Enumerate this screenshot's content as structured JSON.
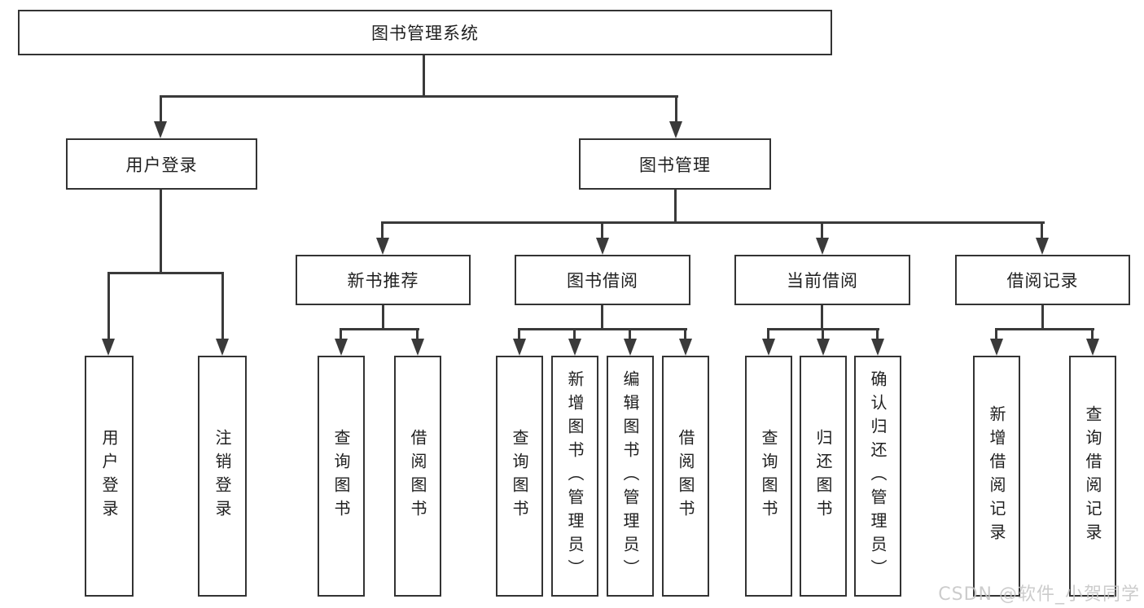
{
  "diagram": {
    "root": {
      "label": "图书管理系统"
    },
    "login": {
      "label": "用户登录",
      "children": [
        {
          "label": "用户登录"
        },
        {
          "label": "注销登录"
        }
      ]
    },
    "mgmt": {
      "label": "图书管理"
    },
    "modules": [
      {
        "label": "新书推荐",
        "children": [
          {
            "label": "查询图书"
          },
          {
            "label": "借阅图书"
          }
        ]
      },
      {
        "label": "图书借阅",
        "children": [
          {
            "label": "查询图书"
          },
          {
            "label": "新增图书（管理员）"
          },
          {
            "label": "编辑图书（管理员）"
          },
          {
            "label": "借阅图书"
          }
        ]
      },
      {
        "label": "当前借阅",
        "children": [
          {
            "label": "查询图书"
          },
          {
            "label": "归还图书"
          },
          {
            "label": "确认归还（管理员）"
          }
        ]
      },
      {
        "label": "借阅记录",
        "children": [
          {
            "label": "新增借阅记录"
          },
          {
            "label": "查询借阅记录"
          }
        ]
      }
    ]
  },
  "watermark": {
    "text": "CSDN @软件_小贺同学"
  },
  "colors": {
    "line": "#3a3a3a",
    "border": "#333333",
    "text": "#1f1f1f",
    "background": "#ffffff",
    "watermark": "#c4c4c4"
  }
}
